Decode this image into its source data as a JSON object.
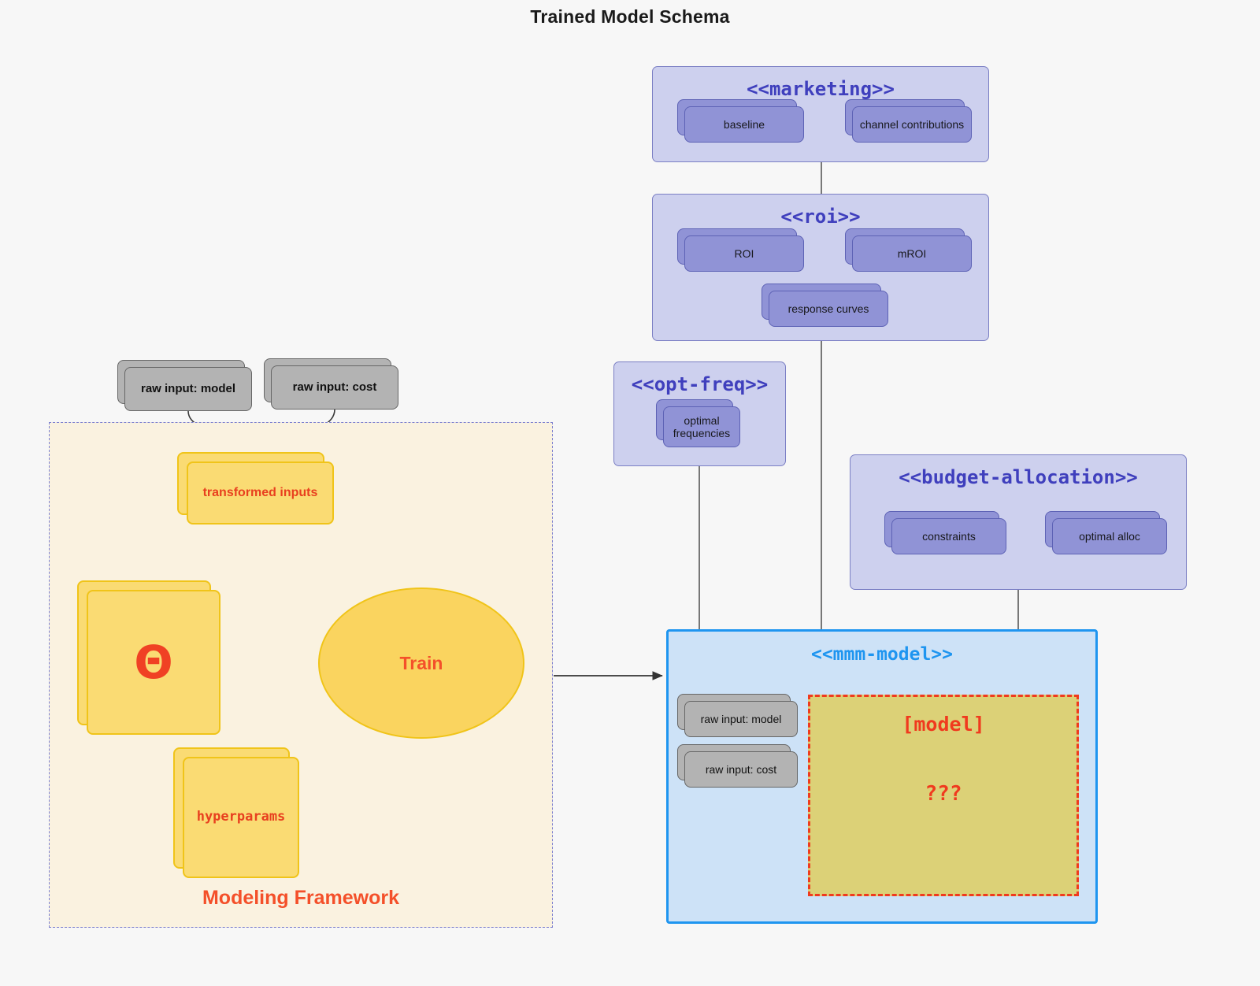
{
  "title": "Trained Model Schema",
  "packages": {
    "marketing": {
      "title": "<<marketing>>",
      "nodes": [
        {
          "label": "baseline"
        },
        {
          "label": "channel contributions"
        }
      ]
    },
    "roi": {
      "title": "<<roi>>",
      "nodes": [
        {
          "label": "ROI"
        },
        {
          "label": "mROI"
        },
        {
          "label": "response curves"
        }
      ]
    },
    "opt_freq": {
      "title": "<<opt-freq>>",
      "nodes": [
        {
          "label": "optimal frequencies"
        }
      ]
    },
    "budget_allocation": {
      "title": "<<budget-allocation>>",
      "nodes": [
        {
          "label": "constraints"
        },
        {
          "label": "optimal alloc"
        }
      ]
    },
    "mmm_model": {
      "title": "<<mmm-model>>",
      "inputs": [
        {
          "label": "raw input: model"
        },
        {
          "label": "raw input: cost"
        }
      ],
      "placeholder": {
        "title": "[model]",
        "unknown": "???"
      }
    }
  },
  "modeling_framework": {
    "label": "Modeling Framework",
    "raw_inputs": [
      {
        "label": "raw input: model"
      },
      {
        "label": "raw input: cost"
      }
    ],
    "transformed_inputs": {
      "label": "transformed inputs"
    },
    "theta": {
      "label": "Θ"
    },
    "hyperparams": {
      "label": "hyperparams"
    },
    "train": {
      "label": "Train"
    }
  },
  "colors": {
    "background": "#f7f7f7",
    "package_fill": "#cdd0ee",
    "package_border": "#7b7fc4",
    "package_title": "#3f3fbd",
    "node_purple_fill": "#9093d6",
    "node_purple_border": "#5d62b5",
    "node_grey_fill": "#b3b3b3",
    "node_grey_border": "#666666",
    "node_yellow_fill": "#fadb73",
    "node_yellow_border": "#f0c419",
    "accent_red": "#f04124",
    "framework_fill": "#faf2e0",
    "framework_border": "#7b7fd0",
    "mmm_fill": "#cde2f7",
    "mmm_border": "#1e95f0",
    "placeholder_fill": "#dcd177",
    "placeholder_border": "#f03a1e",
    "edge_grey": "#4d4d4d"
  }
}
